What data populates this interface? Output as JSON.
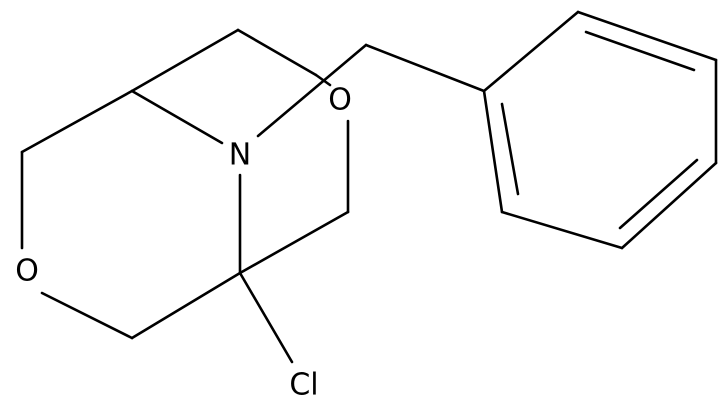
{
  "molecule": {
    "atoms": {
      "n1": "N",
      "o_right": "O",
      "o_left": "O",
      "cl": "Cl"
    }
  }
}
